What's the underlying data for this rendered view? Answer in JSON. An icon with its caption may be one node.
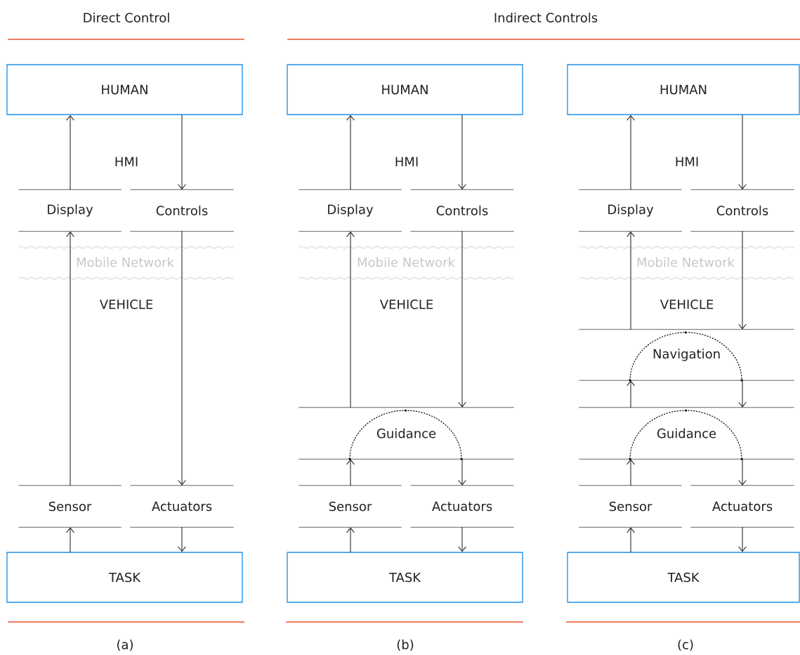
{
  "diagram": {
    "nodes": [
      {
        "text": [
          "HUMAN"
        ]
      },
      {
        "text": [
          "Display"
        ]
      },
      {
        "text": [
          "Controls"
        ]
      },
      {
        "text": [
          "Sensor"
        ]
      },
      {
        "text": [
          "Actuators"
        ]
      },
      {
        "text": [
          "TASK"
        ]
      },
      {
        "text": [
          "HUMAN"
        ]
      },
      {
        "text": [
          "Display"
        ]
      },
      {
        "text": [
          "Controls"
        ]
      },
      {
        "text": [
          "Guidance"
        ]
      },
      {
        "text": [
          "Sensor"
        ]
      },
      {
        "text": [
          "Actuators"
        ]
      },
      {
        "text": [
          "TASK"
        ]
      },
      {
        "text": [
          "HUMAN"
        ]
      },
      {
        "text": [
          "Display"
        ]
      },
      {
        "text": [
          "Controls"
        ]
      },
      {
        "text": [
          "Navigation"
        ]
      },
      {
        "text": [
          "Guidance"
        ]
      },
      {
        "text": [
          "Sensor"
        ]
      },
      {
        "text": [
          "Actuators"
        ]
      },
      {
        "text": [
          "TASK"
        ]
      }
    ],
    "edges": [
      {
        "from": 1,
        "to": 0,
        "arrow": "to"
      },
      {
        "from": 0,
        "to": 2,
        "arrow": "to"
      },
      {
        "from": 3,
        "to": 1,
        "arrow": "to"
      },
      {
        "from": 2,
        "to": 4,
        "arrow": "to"
      },
      {
        "from": 5,
        "to": 3,
        "arrow": "to"
      },
      {
        "from": 4,
        "to": 5,
        "arrow": "to"
      },
      {
        "from": 7,
        "to": 6,
        "arrow": "to"
      },
      {
        "from": 6,
        "to": 8,
        "arrow": "to"
      },
      {
        "from": 9,
        "to": 7,
        "arrow": "to"
      },
      {
        "from": 8,
        "to": 9,
        "arrow": "to"
      },
      {
        "from": 10,
        "to": 9,
        "arrow": "to"
      },
      {
        "from": 9,
        "to": 11,
        "arrow": "to"
      },
      {
        "from": 12,
        "to": 10,
        "arrow": "to"
      },
      {
        "from": 11,
        "to": 12,
        "arrow": "to"
      },
      {
        "from": 14,
        "to": 13,
        "arrow": "to"
      },
      {
        "from": 13,
        "to": 15,
        "arrow": "to"
      },
      {
        "from": 16,
        "to": 14,
        "arrow": "to"
      },
      {
        "from": 15,
        "to": 16,
        "arrow": "to"
      },
      {
        "from": 17,
        "to": 16,
        "arrow": "to"
      },
      {
        "from": 16,
        "to": 17,
        "arrow": "to"
      },
      {
        "from": 18,
        "to": 17,
        "arrow": "to"
      },
      {
        "from": 17,
        "to": 19,
        "arrow": "to"
      },
      {
        "from": 20,
        "to": 18,
        "arrow": "to"
      },
      {
        "from": 19,
        "to": 20,
        "arrow": "to"
      }
    ],
    "labels": [
      "Direct Control",
      "Indirect Controls",
      "HMI",
      "HMI",
      "HMI",
      "Mobile Network",
      "Mobile Network",
      "Mobile Network",
      "VEHICLE",
      "VEHICLE",
      "VEHICLE",
      "(a)",
      "(b)",
      "(c)"
    ]
  }
}
